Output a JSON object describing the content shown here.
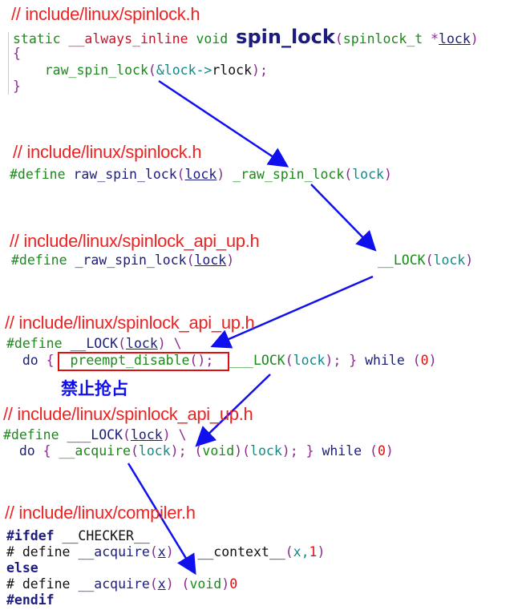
{
  "blocks": [
    {
      "header": "// include/linux/spinlock.h",
      "lines": [
        [
          [
            "static ",
            "kw"
          ],
          [
            "__always_inline ",
            "attr"
          ],
          [
            "void ",
            "kw"
          ],
          [
            "spin_lock",
            "fn"
          ],
          [
            "(",
            "p"
          ],
          [
            "spinlock_t ",
            "kw"
          ],
          [
            "*",
            "p"
          ],
          [
            "lock",
            "u"
          ],
          [
            ")",
            "p"
          ]
        ],
        [
          [
            "{",
            "p"
          ]
        ],
        [
          [
            "    raw_spin_lock",
            "call"
          ],
          [
            "(",
            "p"
          ],
          [
            "&lock->",
            "param"
          ],
          [
            "rlock",
            "txt"
          ],
          [
            ");",
            "p"
          ]
        ],
        [
          [
            "}",
            "p"
          ]
        ]
      ]
    },
    {
      "header": "// include/linux/spinlock.h",
      "lines": [
        [
          [
            "#define ",
            "kw"
          ],
          [
            "raw_spin_lock",
            "id"
          ],
          [
            "(",
            "p"
          ],
          [
            "lock",
            "u"
          ],
          [
            ") ",
            "p"
          ],
          [
            "_raw_spin_lock",
            "call"
          ],
          [
            "(",
            "p"
          ],
          [
            "lock",
            "param"
          ],
          [
            ")",
            "p"
          ]
        ]
      ]
    },
    {
      "header": "// include/linux/spinlock_api_up.h",
      "lines": [
        [
          [
            "#define ",
            "kw"
          ],
          [
            "_raw_spin_lock",
            "id"
          ],
          [
            "(",
            "p"
          ],
          [
            "lock",
            "u"
          ],
          [
            ")",
            "p"
          ],
          [
            "                  __LOCK",
            "call"
          ],
          [
            "(",
            "p"
          ],
          [
            "lock",
            "param"
          ],
          [
            ")",
            "p"
          ]
        ]
      ]
    },
    {
      "header": "// include/linux/spinlock_api_up.h",
      "lines": [
        [
          [
            "#define ",
            "kw"
          ],
          [
            "__LOCK",
            "id"
          ],
          [
            "(",
            "p"
          ],
          [
            "lock",
            "u"
          ],
          [
            ") \\",
            "p"
          ]
        ],
        [
          [
            "  do ",
            "id"
          ],
          [
            "{ ",
            "p"
          ],
          [
            " preempt_disable",
            "call"
          ],
          [
            "();",
            "p"
          ],
          [
            "  ___LOCK",
            "call"
          ],
          [
            "(",
            "p"
          ],
          [
            "lock",
            "param"
          ],
          [
            "); } ",
            "p"
          ],
          [
            "while ",
            "id"
          ],
          [
            "(",
            "p"
          ],
          [
            "0",
            "num"
          ],
          [
            ")",
            "p"
          ]
        ]
      ]
    },
    {
      "header": "// include/linux/spinlock_api_up.h",
      "lines": [
        [
          [
            "#define ",
            "kw"
          ],
          [
            "___LOCK",
            "id"
          ],
          [
            "(",
            "p"
          ],
          [
            "lock",
            "u"
          ],
          [
            ") \\",
            "p"
          ]
        ],
        [
          [
            "  do ",
            "id"
          ],
          [
            "{ ",
            "p"
          ],
          [
            "__acquire",
            "call"
          ],
          [
            "(",
            "p"
          ],
          [
            "lock",
            "param"
          ],
          [
            "); (",
            "p"
          ],
          [
            "void",
            "kw"
          ],
          [
            ")(",
            "p"
          ],
          [
            "lock",
            "param"
          ],
          [
            "); } ",
            "p"
          ],
          [
            "while ",
            "id"
          ],
          [
            "(",
            "p"
          ],
          [
            "0",
            "num"
          ],
          [
            ")",
            "p"
          ]
        ]
      ]
    },
    {
      "header": "// include/linux/compiler.h",
      "lines": [
        [
          [
            "#ifdef ",
            "pp"
          ],
          [
            "__CHECKER__",
            "txt"
          ]
        ],
        [
          [
            "# define ",
            "txt"
          ],
          [
            "__acquire",
            "id"
          ],
          [
            "(",
            "p"
          ],
          [
            "x",
            "u"
          ],
          [
            ")   ",
            "p"
          ],
          [
            "__context__",
            "txt"
          ],
          [
            "(",
            "p"
          ],
          [
            "x,",
            "param"
          ],
          [
            "1",
            "num"
          ],
          [
            ")",
            "p"
          ]
        ],
        [
          [
            "else",
            "pp"
          ]
        ],
        [
          [
            "# define ",
            "txt"
          ],
          [
            "__acquire",
            "id"
          ],
          [
            "(",
            "p"
          ],
          [
            "x",
            "u"
          ],
          [
            ") (",
            "p"
          ],
          [
            "void",
            "kw"
          ],
          [
            ")",
            "p"
          ],
          [
            "0",
            "num"
          ]
        ],
        [
          [
            "#endif",
            "pp"
          ]
        ]
      ]
    }
  ],
  "annotation": "禁止抢占",
  "colors": {
    "header": "#ee2222",
    "arrow": "#1010ee",
    "highlight_box": "#e01010"
  }
}
